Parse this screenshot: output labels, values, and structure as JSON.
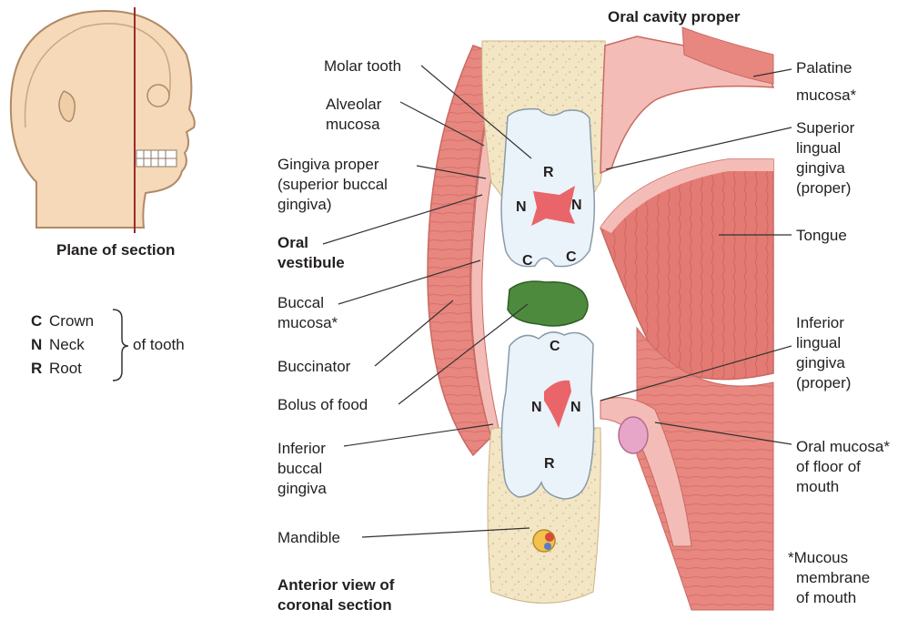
{
  "head_inset": {
    "plane_label": "Plane of section"
  },
  "key": {
    "items": [
      {
        "letter": "C",
        "word": "Crown"
      },
      {
        "letter": "N",
        "word": "Neck"
      },
      {
        "letter": "R",
        "word": "Root"
      }
    ],
    "suffix": "of tooth"
  },
  "labels": {
    "oral_cavity_proper": "Oral cavity proper",
    "molar_tooth": "Molar tooth",
    "alveolar_mucosa": [
      "Alveolar",
      "mucosa"
    ],
    "gingiva_proper": [
      "Gingiva proper",
      "(superior buccal",
      "gingiva)"
    ],
    "oral_vestibule": [
      "Oral",
      "vestibule"
    ],
    "buccal_mucosa": [
      "Buccal",
      "mucosa*"
    ],
    "buccinator": "Buccinator",
    "bolus_of_food": "Bolus of food",
    "inferior_buccal_gingiva": [
      "Inferior",
      "buccal",
      "gingiva"
    ],
    "mandible": "Mandible",
    "view_caption": [
      "Anterior view of",
      "coronal section"
    ],
    "palatine_mucosa": [
      "Palatine",
      "mucosa*"
    ],
    "superior_lingual_gingiva": [
      "Superior",
      "lingual",
      "gingiva",
      "(proper)"
    ],
    "tongue": "Tongue",
    "inferior_lingual_gingiva": [
      "Inferior",
      "lingual",
      "gingiva",
      "(proper)"
    ],
    "oral_mucosa_floor": [
      "Oral mucosa*",
      "of floor of",
      "mouth"
    ],
    "footnote": [
      "*Mucous",
      "membrane",
      "of mouth"
    ]
  },
  "tooth_letters": {
    "upper": {
      "root": "R",
      "neck_left": "N",
      "neck_right": "N",
      "crown_left": "C",
      "crown_right": "C"
    },
    "lower": {
      "crown": "C",
      "neck_left": "N",
      "neck_right": "N",
      "root": "R"
    }
  },
  "colors": {
    "muscle": "#e7877f",
    "mucosa": "#f4bcb6",
    "bone": "#f3e6c4",
    "tooth": "#eaf3f9",
    "pulp": "#e9656a",
    "bolus": "#4e8a3e",
    "skin": "#f5d9b8",
    "leader": "#333333"
  }
}
